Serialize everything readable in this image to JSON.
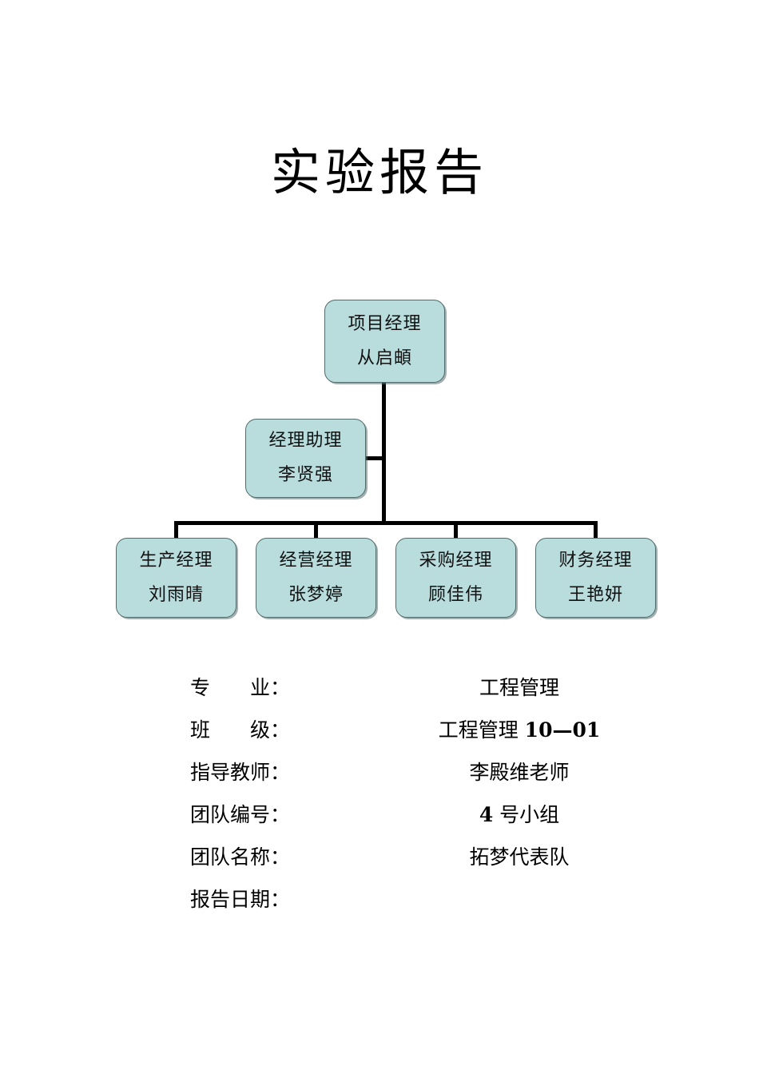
{
  "document": {
    "title": "实验报告",
    "page_background": "#ffffff"
  },
  "org_chart": {
    "box_fill": "#b9dcdd",
    "box_border": "#4f6b6b",
    "connector_color": "#000000",
    "root": {
      "title": "项目经理",
      "name": "从启頔"
    },
    "assistant": {
      "title": "经理助理",
      "name": "李贤强"
    },
    "children": [
      {
        "title": "生产经理",
        "name": "刘雨晴"
      },
      {
        "title": "经营经理",
        "name": "张梦婷"
      },
      {
        "title": "采购经理",
        "name": "顾佳伟"
      },
      {
        "title": "财务经理",
        "name": "王艳妍"
      }
    ]
  },
  "info_fields": [
    {
      "label": "专　　业：",
      "value": "工程管理",
      "value_html": "工程管理"
    },
    {
      "label": "班　　级：",
      "value": "工程管理 10—01",
      "value_html": "工程管理 <b>10—01</b>"
    },
    {
      "label": "指导教师：",
      "value": "李殿维老师",
      "value_html": "李殿维老师"
    },
    {
      "label": "团队编号：",
      "value": "4 号小组",
      "value_html": "<b>4</b> 号小组"
    },
    {
      "label": "团队名称：",
      "value": "拓梦代表队",
      "value_html": "拓梦代表队"
    },
    {
      "label": "报告日期：",
      "value": "",
      "value_html": ""
    }
  ]
}
